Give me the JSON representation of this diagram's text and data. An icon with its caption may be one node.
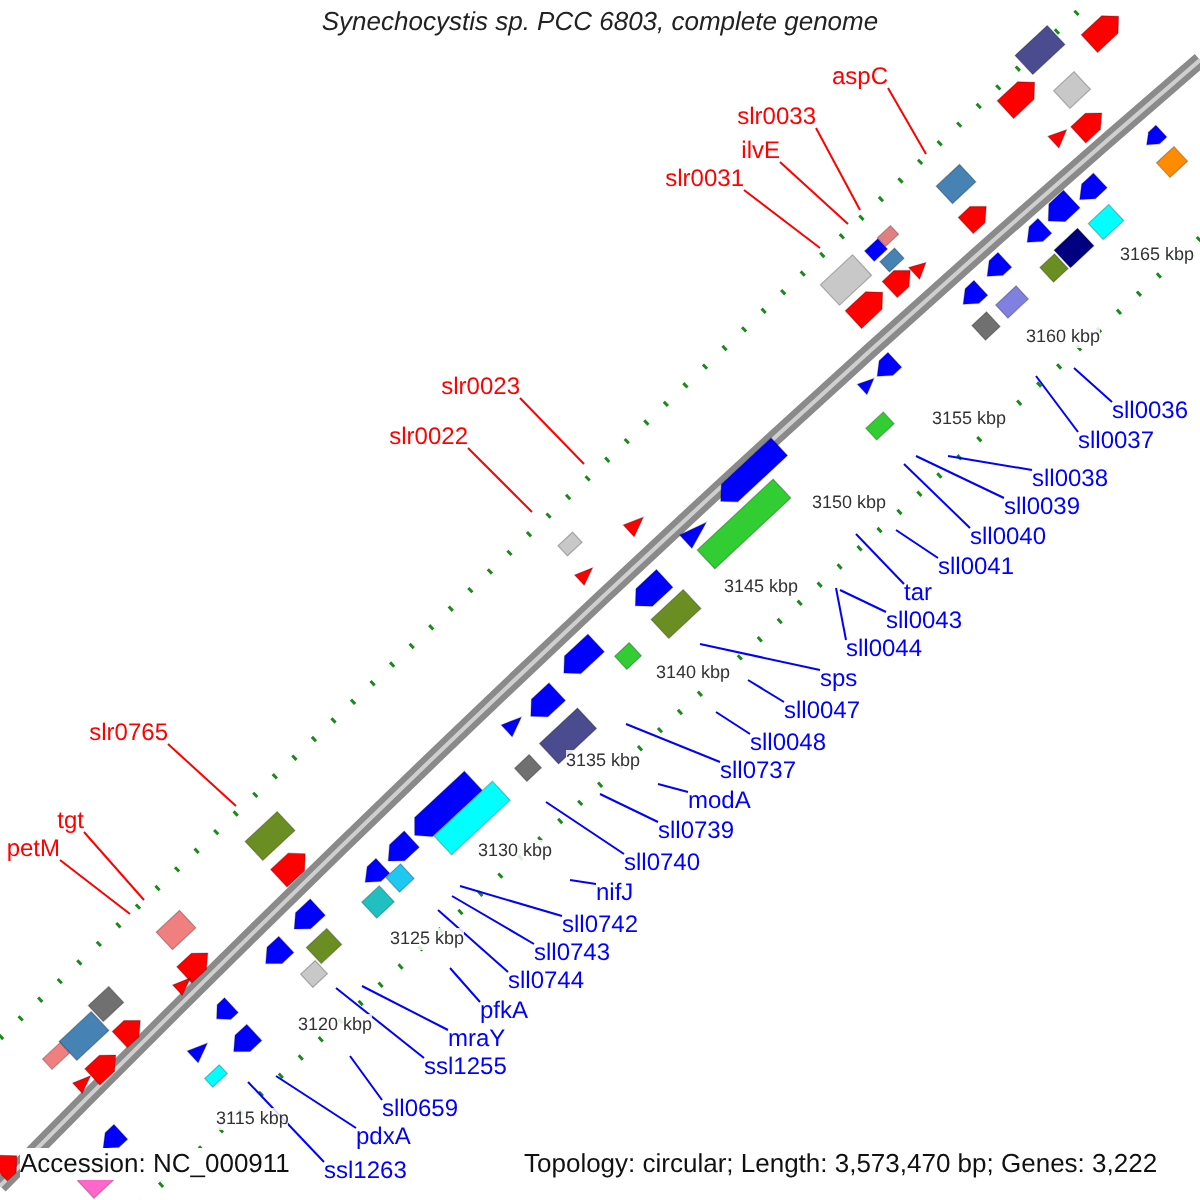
{
  "diagram": {
    "title": "Synechocystis sp. PCC 6803, complete genome",
    "nodes": [
      {
        "text": [
          "aspC"
        ]
      },
      {
        "text": [
          "slr0033"
        ]
      },
      {
        "text": [
          "ilvE"
        ]
      },
      {
        "text": [
          "slr0031"
        ]
      },
      {
        "text": [
          "slr0023"
        ]
      },
      {
        "text": [
          "slr0022"
        ]
      },
      {
        "text": [
          "slr0765"
        ]
      },
      {
        "text": [
          "tgt"
        ]
      },
      {
        "text": [
          "petM"
        ]
      },
      {
        "text": [
          "sll0036"
        ]
      },
      {
        "text": [
          "sll0037"
        ]
      },
      {
        "text": [
          "sll0038"
        ]
      },
      {
        "text": [
          "sll0039"
        ]
      },
      {
        "text": [
          "sll0040"
        ]
      },
      {
        "text": [
          "sll0041"
        ]
      },
      {
        "text": [
          "tar"
        ]
      },
      {
        "text": [
          "sll0043"
        ]
      },
      {
        "text": [
          "sll0044"
        ]
      },
      {
        "text": [
          "sps"
        ]
      },
      {
        "text": [
          "sll0047"
        ]
      },
      {
        "text": [
          "sll0048"
        ]
      },
      {
        "text": [
          "sll0737"
        ]
      },
      {
        "text": [
          "modA"
        ]
      },
      {
        "text": [
          "sll0739"
        ]
      },
      {
        "text": [
          "sll0740"
        ]
      },
      {
        "text": [
          "nifJ"
        ]
      },
      {
        "text": [
          "sll0742"
        ]
      },
      {
        "text": [
          "sll0743"
        ]
      },
      {
        "text": [
          "sll0744"
        ]
      },
      {
        "text": [
          "pfkA"
        ]
      },
      {
        "text": [
          "mraY"
        ]
      },
      {
        "text": [
          "ssl1255"
        ]
      },
      {
        "text": [
          "sll0659"
        ]
      },
      {
        "text": [
          "pdxA"
        ]
      },
      {
        "text": [
          "ssl1263"
        ]
      }
    ],
    "edges": [
      {
        "from": 0,
        "to": null,
        "arrow": "none",
        "color": "#ff0000"
      },
      {
        "from": 1,
        "to": null,
        "arrow": "none",
        "color": "#ff0000"
      },
      {
        "from": 2,
        "to": null,
        "arrow": "none",
        "color": "#ff0000"
      },
      {
        "from": 3,
        "to": null,
        "arrow": "none",
        "color": "#ff0000"
      },
      {
        "from": 4,
        "to": null,
        "arrow": "none",
        "color": "#ff0000"
      },
      {
        "from": 5,
        "to": null,
        "arrow": "none",
        "color": "#ff0000"
      },
      {
        "from": 6,
        "to": null,
        "arrow": "none",
        "color": "#ff0000"
      },
      {
        "from": 7,
        "to": null,
        "arrow": "none",
        "color": "#ff0000"
      },
      {
        "from": 8,
        "to": null,
        "arrow": "none",
        "color": "#ff0000"
      },
      {
        "from": 9,
        "to": null,
        "arrow": "none"
      },
      {
        "from": 10,
        "to": null,
        "arrow": "none"
      },
      {
        "from": 11,
        "to": null,
        "arrow": "none"
      },
      {
        "from": 12,
        "to": null,
        "arrow": "none"
      },
      {
        "from": 13,
        "to": null,
        "arrow": "none"
      },
      {
        "from": 14,
        "to": null,
        "arrow": "none"
      },
      {
        "from": 15,
        "to": null,
        "arrow": "none"
      },
      {
        "from": 16,
        "to": null,
        "arrow": "none"
      },
      {
        "from": 17,
        "to": null,
        "arrow": "none"
      },
      {
        "from": 18,
        "to": null,
        "arrow": "none"
      },
      {
        "from": 19,
        "to": null,
        "arrow": "none"
      },
      {
        "from": 20,
        "to": null,
        "arrow": "none"
      },
      {
        "from": 21,
        "to": null,
        "arrow": "none"
      },
      {
        "from": 22,
        "to": null,
        "arrow": "none"
      },
      {
        "from": 23,
        "to": null,
        "arrow": "none"
      },
      {
        "from": 24,
        "to": null,
        "arrow": "none"
      },
      {
        "from": 25,
        "to": null,
        "arrow": "none"
      },
      {
        "from": 26,
        "to": null,
        "arrow": "none"
      },
      {
        "from": 27,
        "to": null,
        "arrow": "none"
      },
      {
        "from": 28,
        "to": null,
        "arrow": "none"
      },
      {
        "from": 29,
        "to": null,
        "arrow": "none"
      },
      {
        "from": 30,
        "to": null,
        "arrow": "none"
      },
      {
        "from": 31,
        "to": null,
        "arrow": "none"
      },
      {
        "from": 32,
        "to": null,
        "arrow": "none"
      },
      {
        "from": 33,
        "to": null,
        "arrow": "none"
      },
      {
        "from": 34,
        "to": null,
        "arrow": "none"
      }
    ],
    "labels": [
      "3165 kbp",
      "3160 kbp",
      "3155 kbp",
      "3150 kbp",
      "3145 kbp",
      "3140 kbp",
      "3135 kbp",
      "3130 kbp",
      "3125 kbp",
      "3120 kbp",
      "3115 kbp",
      "Accession: NC_000911",
      "Topology: circular; Length: 3,573,470 bp; Genes: 3,222"
    ]
  }
}
